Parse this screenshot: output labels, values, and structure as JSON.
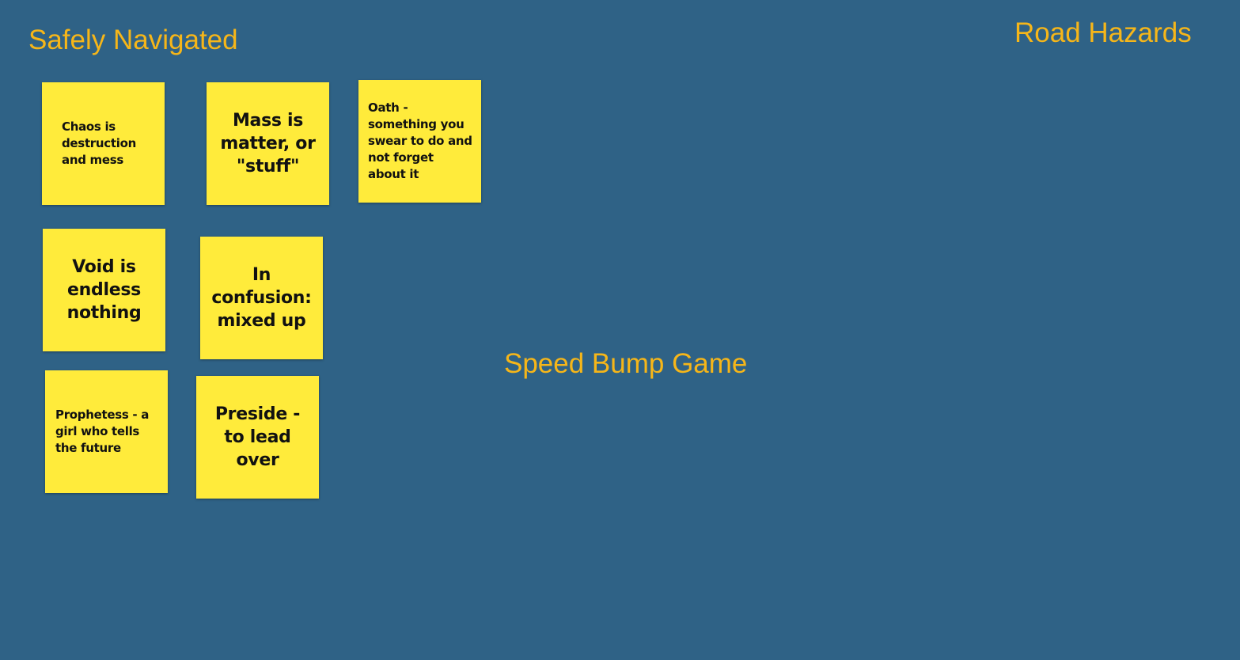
{
  "titles": {
    "safely_navigated": "Safely Navigated",
    "road_hazards": "Road Hazards",
    "speed_bump_game": "Speed Bump Game"
  },
  "notes": [
    {
      "text": "Chaos is destruction and mess"
    },
    {
      "text": "Mass is matter, or \"stuff\""
    },
    {
      "text": "Oath - something you swear to do and not forget about it"
    },
    {
      "text": "Void is endless nothing"
    },
    {
      "text": "In confusion: mixed up"
    },
    {
      "text": "Prophetess - a girl who tells the future"
    },
    {
      "text": "Preside - to lead over"
    }
  ],
  "colors": {
    "background": "#2f6286",
    "note": "#ffeb3b",
    "title": "#f6b619"
  }
}
